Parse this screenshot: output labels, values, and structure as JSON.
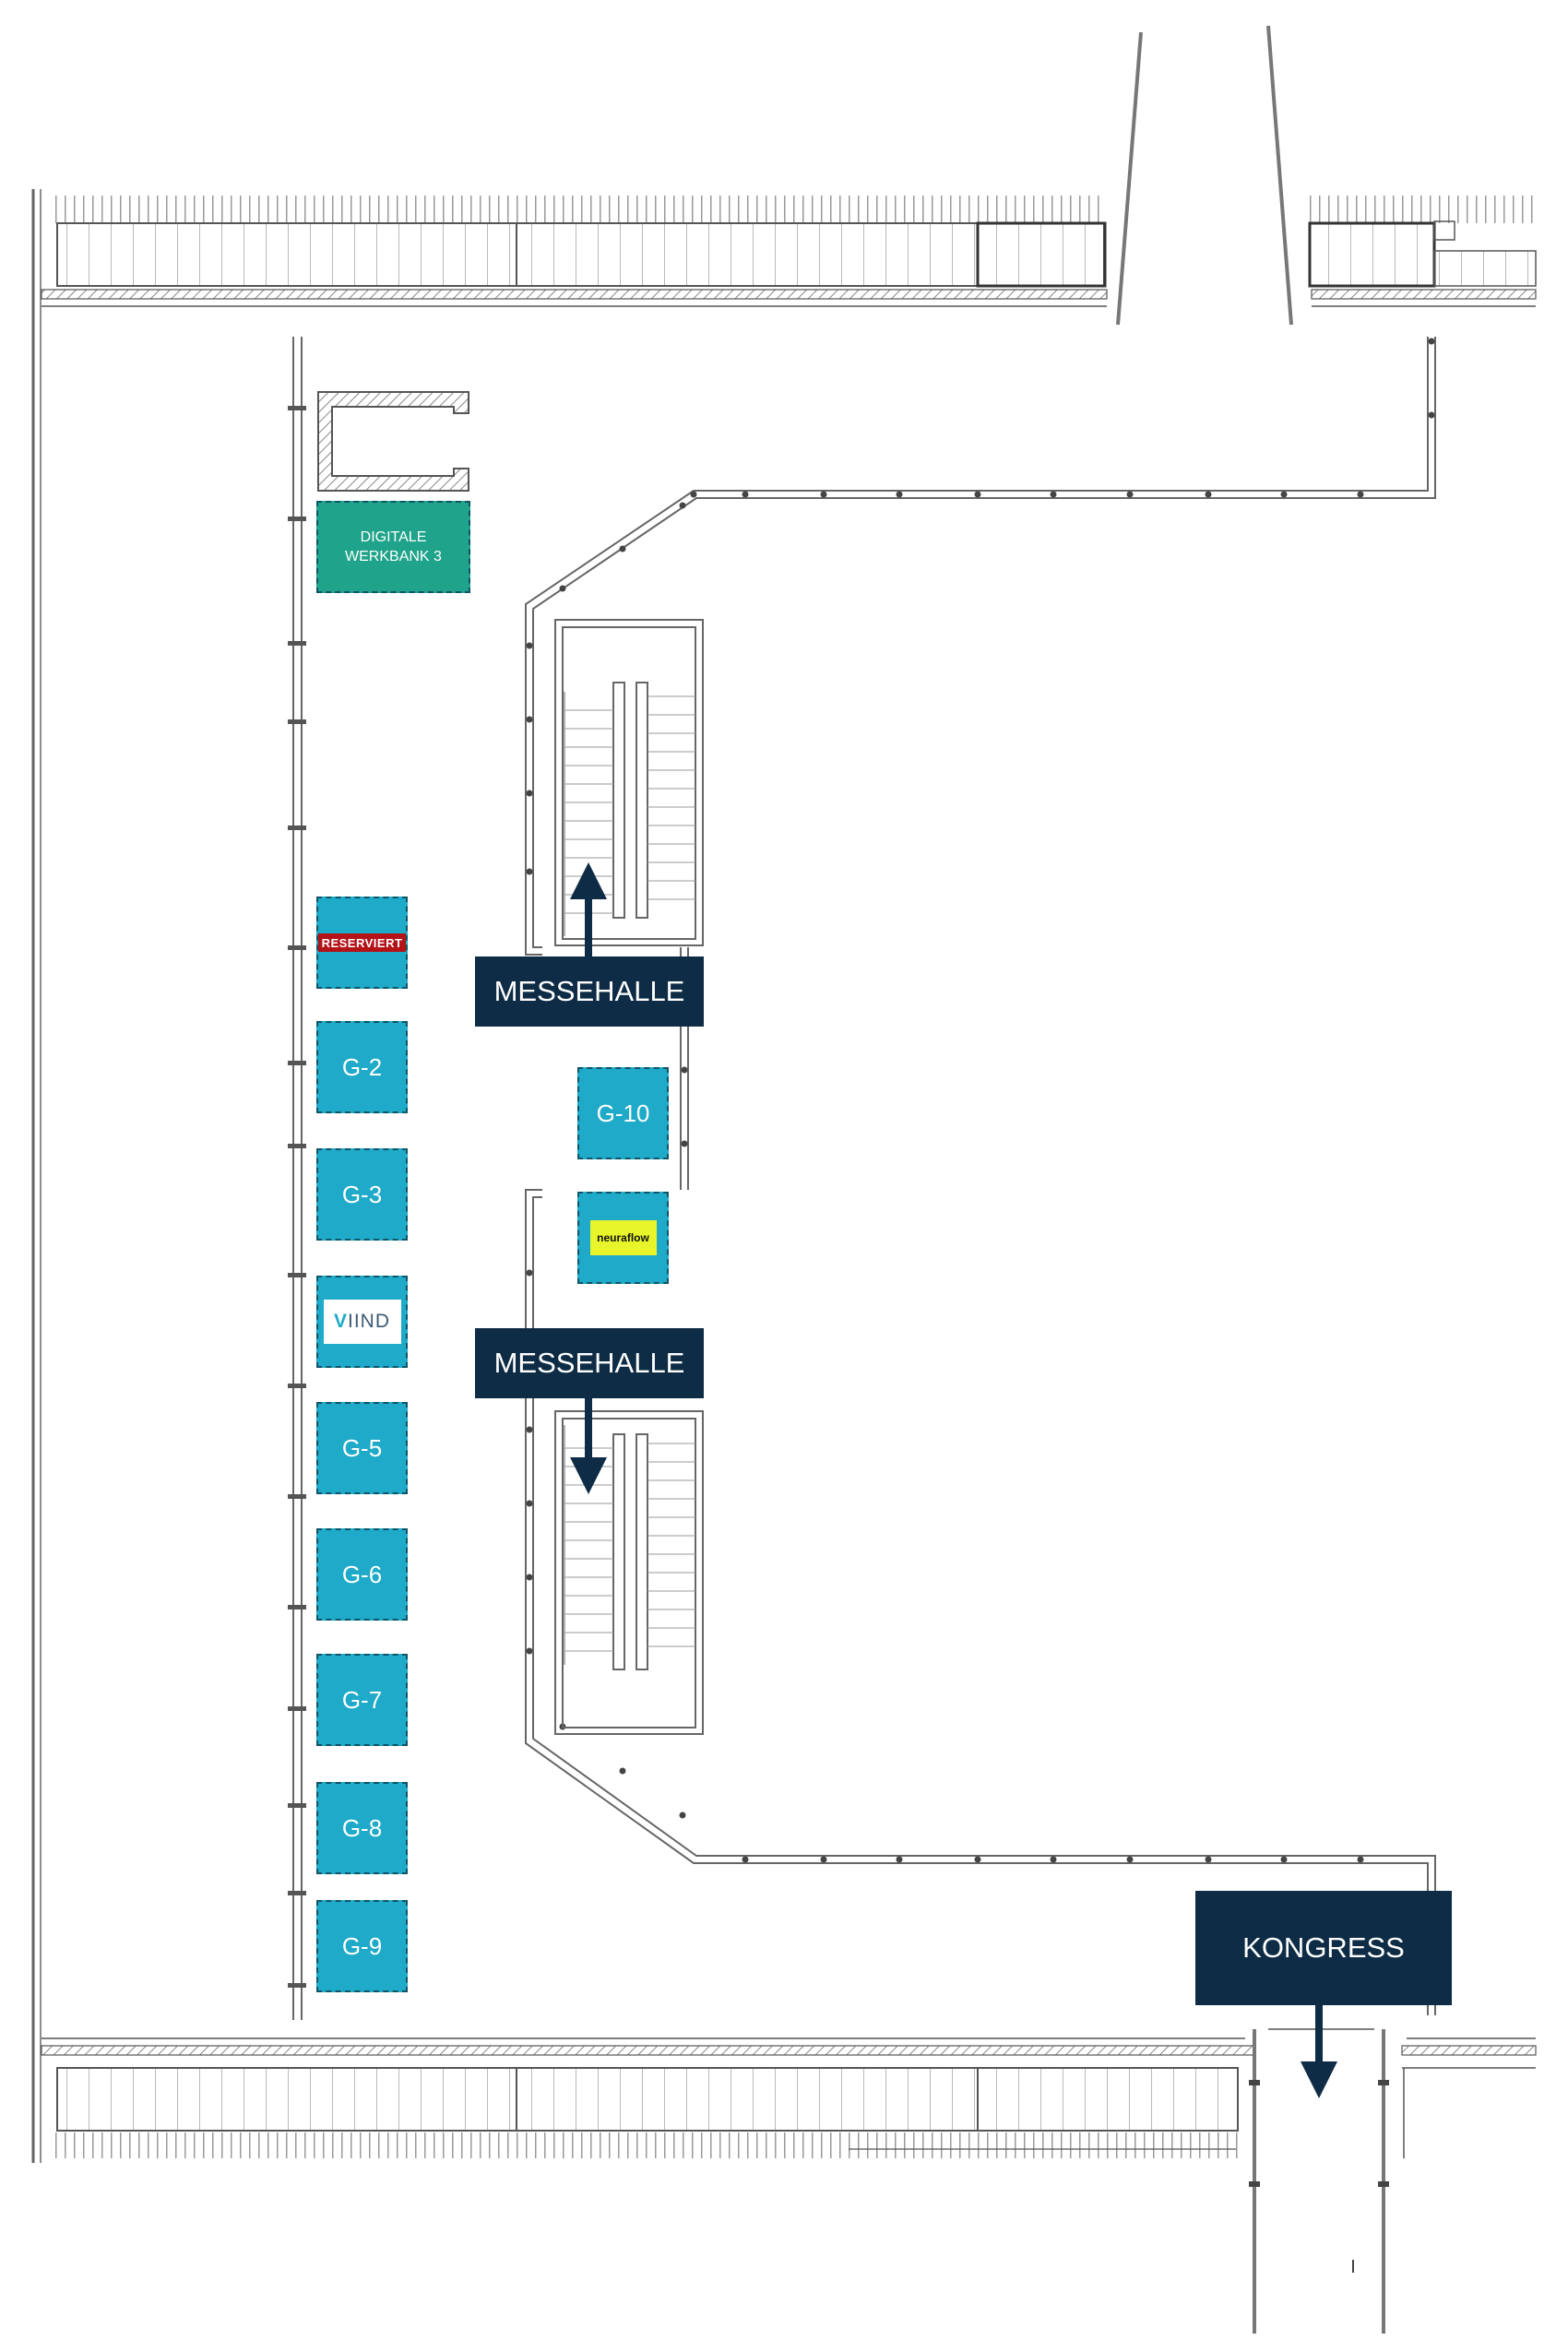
{
  "booths": {
    "digitale_werkbank": {
      "line1": "DIGITALE",
      "line2": "WERKBANK 3",
      "color": "#1fa38a"
    },
    "reserviert": {
      "label": "RESERVIERT",
      "color": "#b31217"
    },
    "g2": "G-2",
    "g3": "G-3",
    "viind": {
      "mark": "V",
      "rest": "IIND"
    },
    "g5": "G-5",
    "g6": "G-6",
    "g7": "G-7",
    "g8": "G-8",
    "g9": "G-9",
    "g10": "G-10",
    "neuraflow": {
      "label": "neuraflow",
      "color": "#e7f52a"
    },
    "booth_color": "#1eaac8"
  },
  "signs": {
    "messehalle_up": "MESSEHALLE",
    "messehalle_down": "MESSEHALLE",
    "kongress": "KONGRESS",
    "color": "#0e2c45"
  }
}
